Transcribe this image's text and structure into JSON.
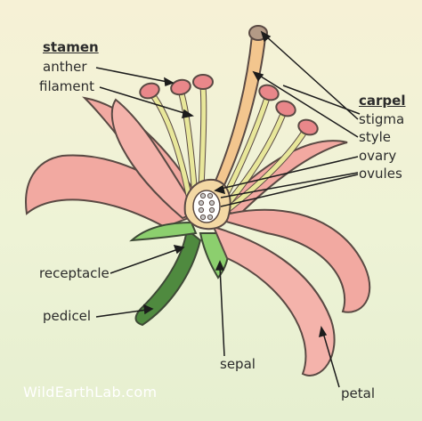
{
  "labels": {
    "stamen": "stamen",
    "anther": "anther",
    "filament": "filament",
    "carpel": "carpel",
    "stigma": "stigma",
    "style": "style",
    "ovary": "ovary",
    "ovules": "ovules",
    "receptacle": "receptacle",
    "pedicel": "pedicel",
    "sepal": "sepal",
    "petal": "petal"
  },
  "credit": "WildEarthLab.com",
  "colors": {
    "petal": "#f2a9a1",
    "petal_stroke": "#5a4a44",
    "sepal": "#8ccf6e",
    "stem": "#4f8a3f",
    "filament": "#e8e79a",
    "anther": "#e9878a",
    "style": "#f3c68e",
    "ovary": "#f3d8a4"
  }
}
